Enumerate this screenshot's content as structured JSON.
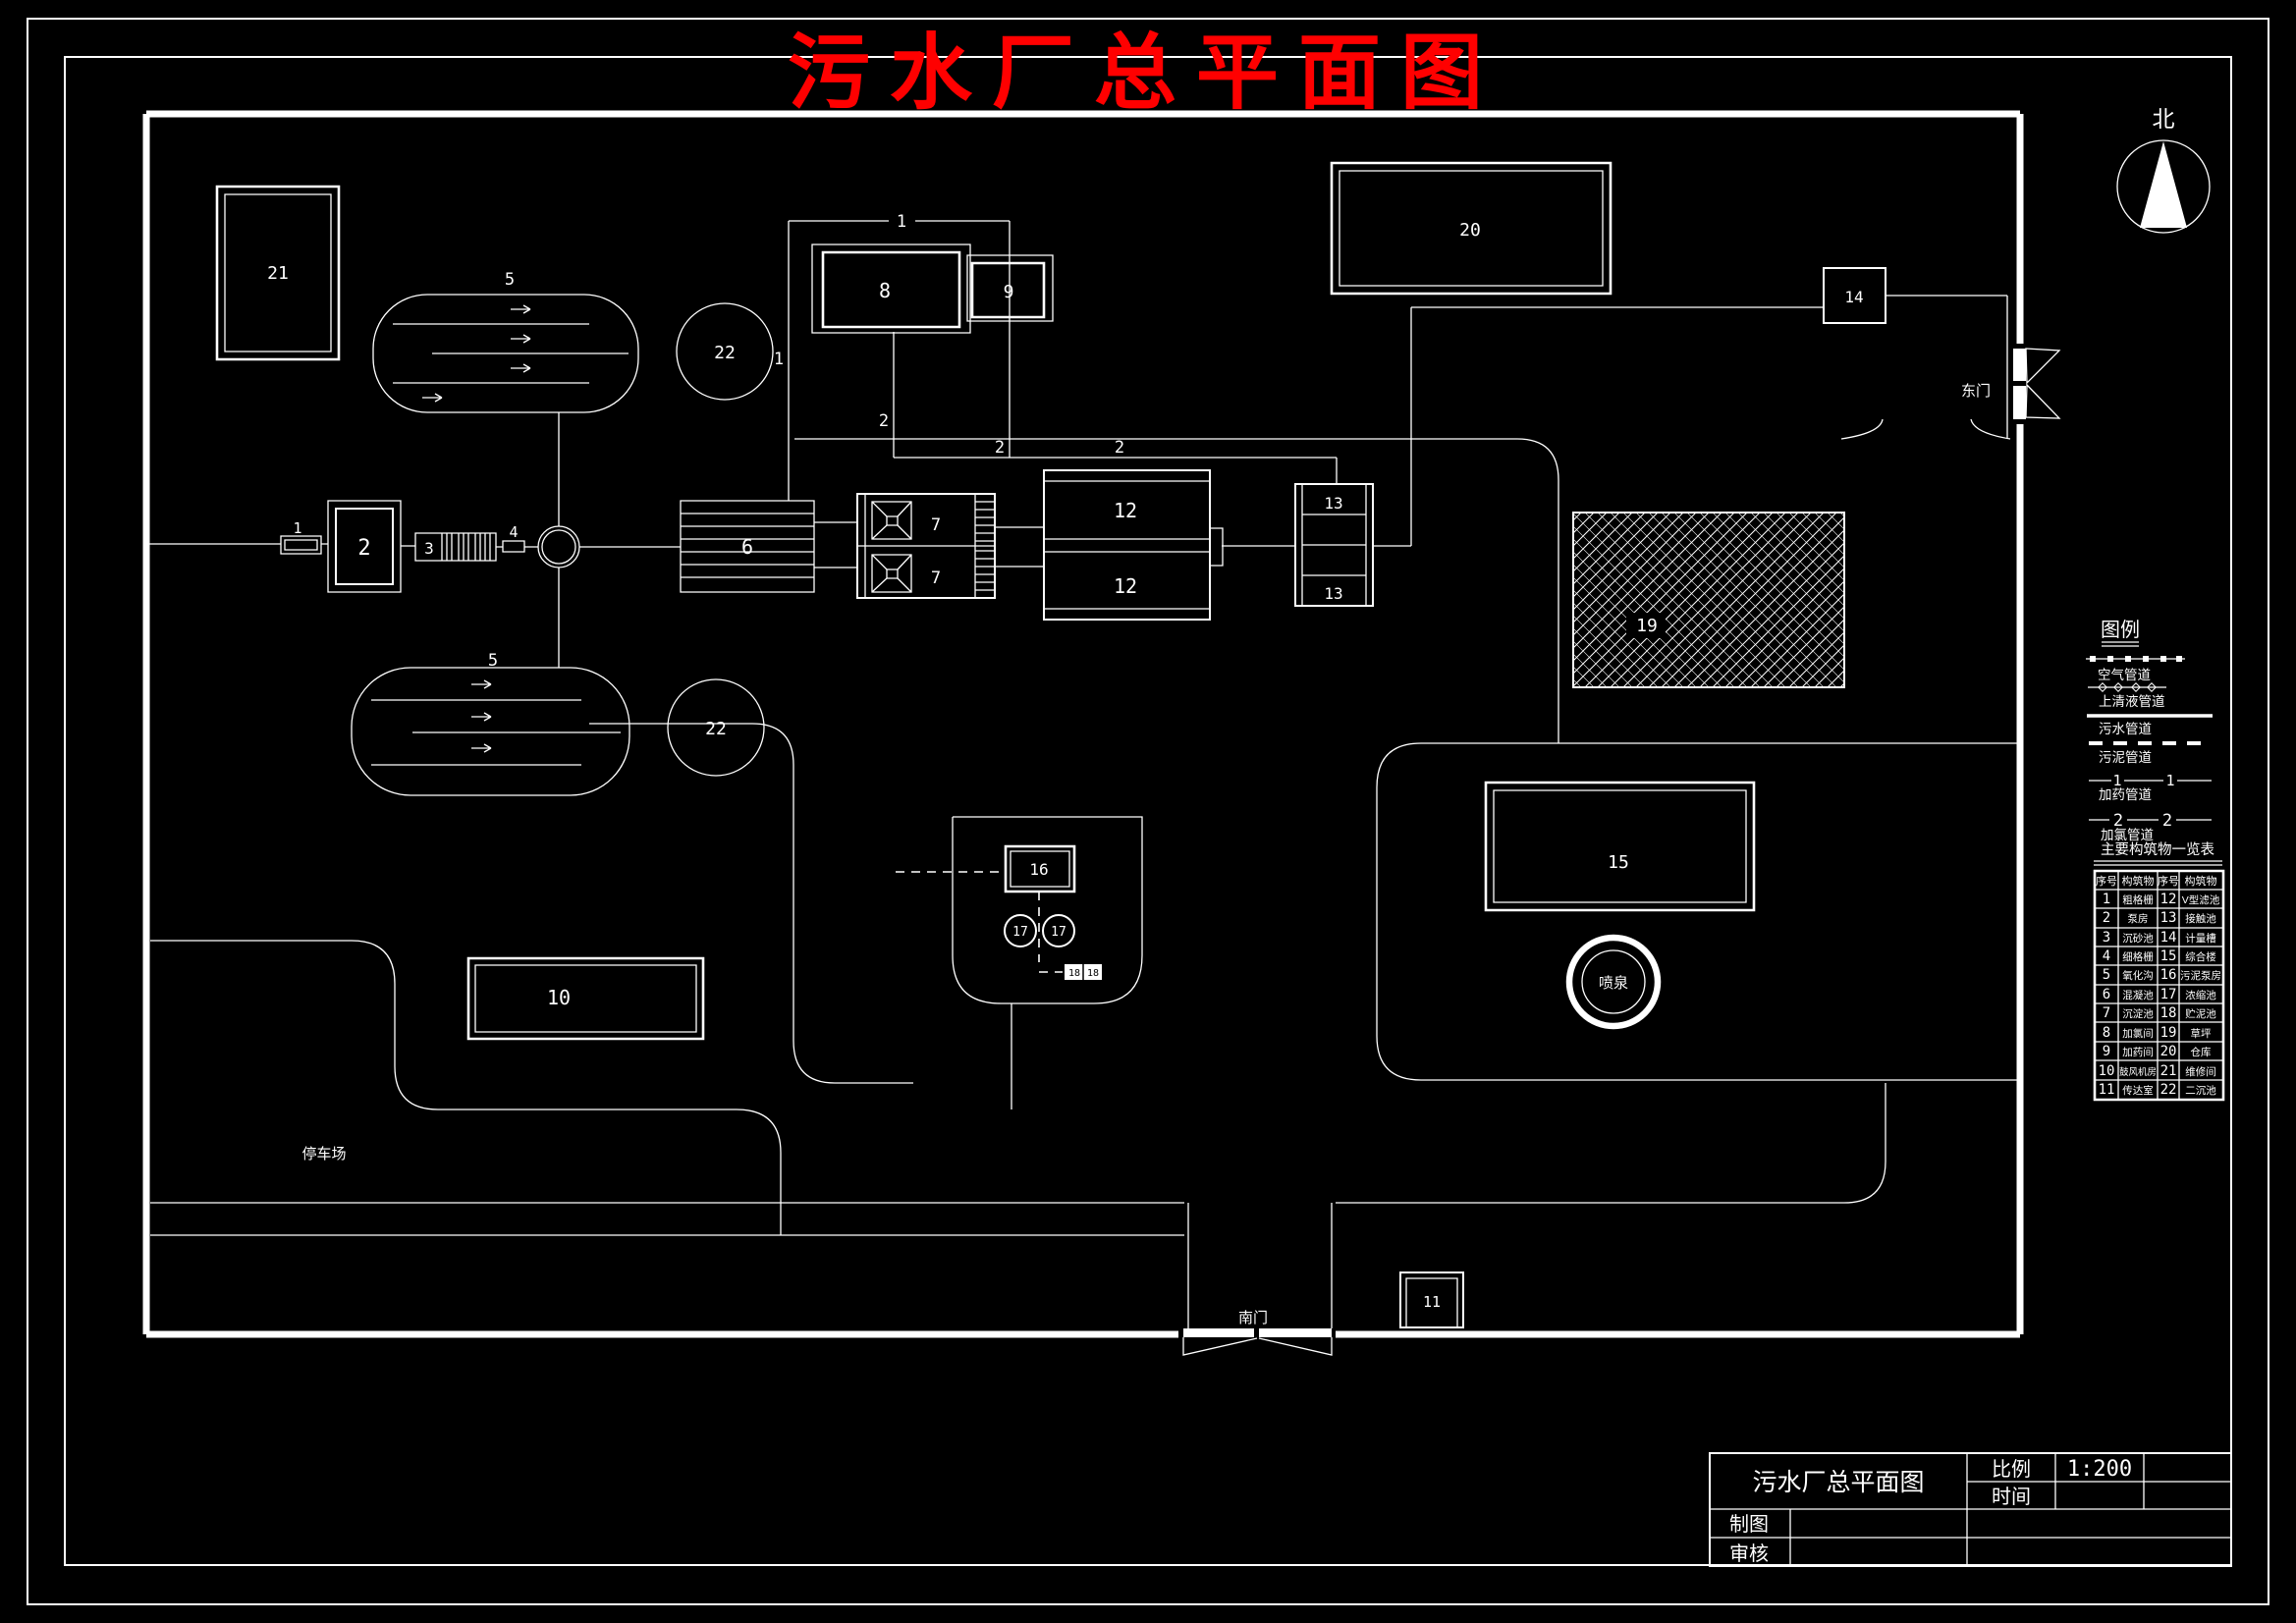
{
  "title": "污水厂总平面图",
  "north": {
    "label": "北"
  },
  "gates": {
    "east": "东门",
    "south": "南门"
  },
  "site_labels": {
    "parking": "停车场",
    "fountain": "喷泉"
  },
  "pipe_labels": {
    "dosing": "1",
    "chlorine": "2"
  },
  "structures": [
    {
      "id": "1",
      "name": "粗格栅"
    },
    {
      "id": "2",
      "name": "泵房"
    },
    {
      "id": "3",
      "name": "沉砂池"
    },
    {
      "id": "4",
      "name": "细格栅"
    },
    {
      "id": "5",
      "name": "氧化沟"
    },
    {
      "id": "6",
      "name": "混凝池"
    },
    {
      "id": "7",
      "name": "沉淀池"
    },
    {
      "id": "8",
      "name": "加氯间"
    },
    {
      "id": "9",
      "name": "加药间"
    },
    {
      "id": "10",
      "name": "鼓风机房"
    },
    {
      "id": "11",
      "name": "传达室"
    },
    {
      "id": "12",
      "name": "V型滤池"
    },
    {
      "id": "13",
      "name": "接触池"
    },
    {
      "id": "14",
      "name": "计量槽"
    },
    {
      "id": "15",
      "name": "综合楼"
    },
    {
      "id": "16",
      "name": "污泥泵房"
    },
    {
      "id": "17",
      "name": "浓缩池"
    },
    {
      "id": "18",
      "name": "贮泥池"
    },
    {
      "id": "19",
      "name": "草坪"
    },
    {
      "id": "20",
      "name": "仓库"
    },
    {
      "id": "21",
      "name": "维修间"
    },
    {
      "id": "22",
      "name": "二沉池"
    }
  ],
  "legend": {
    "title": "图例",
    "items": [
      {
        "name": "空气管道",
        "style": "line-with-square-dots"
      },
      {
        "name": "上清液管道",
        "style": "line-with-diamonds"
      },
      {
        "name": "污水管道",
        "style": "solid-thick"
      },
      {
        "name": "污泥管道",
        "style": "dashed-thick"
      },
      {
        "name": "加药管道",
        "style": "line-numbered-1"
      },
      {
        "name": "加氯管道",
        "style": "line-numbered-2"
      }
    ]
  },
  "table": {
    "title": "主要构筑物一览表",
    "headers": [
      "序号",
      "构筑物",
      "序号",
      "构筑物"
    ],
    "rows": [
      [
        "1",
        "粗格栅",
        "12",
        "V型滤池"
      ],
      [
        "2",
        "泵房",
        "13",
        "接触池"
      ],
      [
        "3",
        "沉砂池",
        "14",
        "计量槽"
      ],
      [
        "4",
        "细格栅",
        "15",
        "综合楼"
      ],
      [
        "5",
        "氧化沟",
        "16",
        "污泥泵房"
      ],
      [
        "6",
        "混凝池",
        "17",
        "浓缩池"
      ],
      [
        "7",
        "沉淀池",
        "18",
        "贮泥池"
      ],
      [
        "8",
        "加氯间",
        "19",
        "草坪"
      ],
      [
        "9",
        "加药间",
        "20",
        "仓库"
      ],
      [
        "10",
        "鼓风机房",
        "21",
        "维修间"
      ],
      [
        "11",
        "传达室",
        "22",
        "二沉池"
      ]
    ]
  },
  "titleblock": {
    "drawing_name": "污水厂总平面图",
    "scale_label": "比例",
    "scale_value": "1:200",
    "time_label": "时间",
    "drafter_label": "制图",
    "reviewer_label": "审核"
  },
  "colors": {
    "background": "#000000",
    "line": "#ffffff",
    "title_red": "#ff0000"
  }
}
